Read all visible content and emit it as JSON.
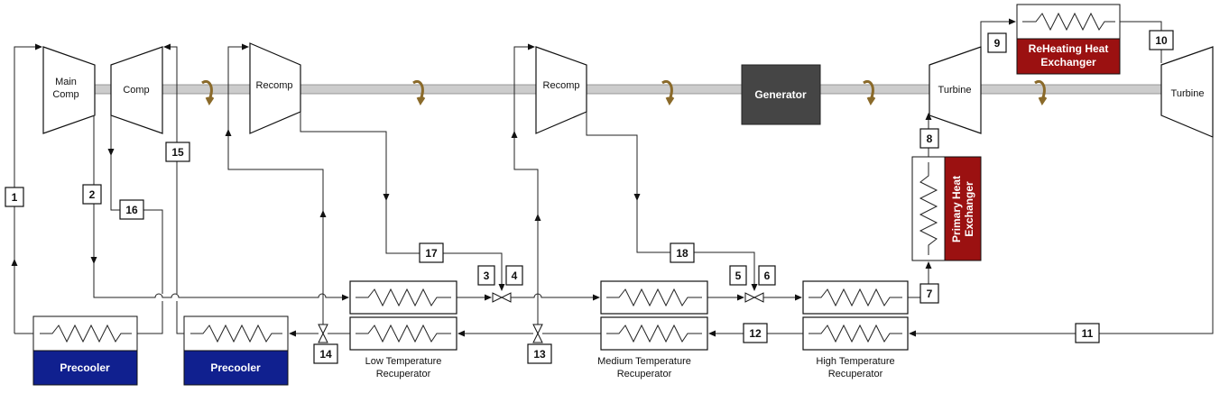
{
  "components": {
    "main_comp_label_1": "Main",
    "main_comp_label_2": "Comp",
    "comp_label": "Comp",
    "recomp1_label": "Recomp",
    "recomp2_label": "Recomp",
    "generator_label": "Generator",
    "turbine1_label": "Turbine",
    "turbine2_label": "Turbine",
    "reheating_hx_label_1": "ReHeating Heat",
    "reheating_hx_label_2": "Exchanger",
    "primary_hx_label_1": "Primary Heat",
    "primary_hx_label_2": "Exchanger",
    "precooler1_label": "Precooler",
    "precooler2_label": "Precooler",
    "ltr_label_1": "Low Temperature",
    "ltr_label_2": "Recuperator",
    "mtr_label_1": "Medium Temperature",
    "mtr_label_2": "Recuperator",
    "htr_label_1": "High Temperature",
    "htr_label_2": "Recuperator"
  },
  "state_points": {
    "s1": "1",
    "s2": "2",
    "s3": "3",
    "s4": "4",
    "s5": "5",
    "s6": "6",
    "s7": "7",
    "s8": "8",
    "s9": "9",
    "s10": "10",
    "s11": "11",
    "s12": "12",
    "s13": "13",
    "s14": "14",
    "s15": "15",
    "s16": "16",
    "s17": "17",
    "s18": "18"
  },
  "colors": {
    "heater_red": "#9b1111",
    "precooler_blue": "#10208f",
    "generator_gray": "#454545",
    "shaft_gray": "#cccccc",
    "rotation_arrow": "#8a6a2a"
  }
}
